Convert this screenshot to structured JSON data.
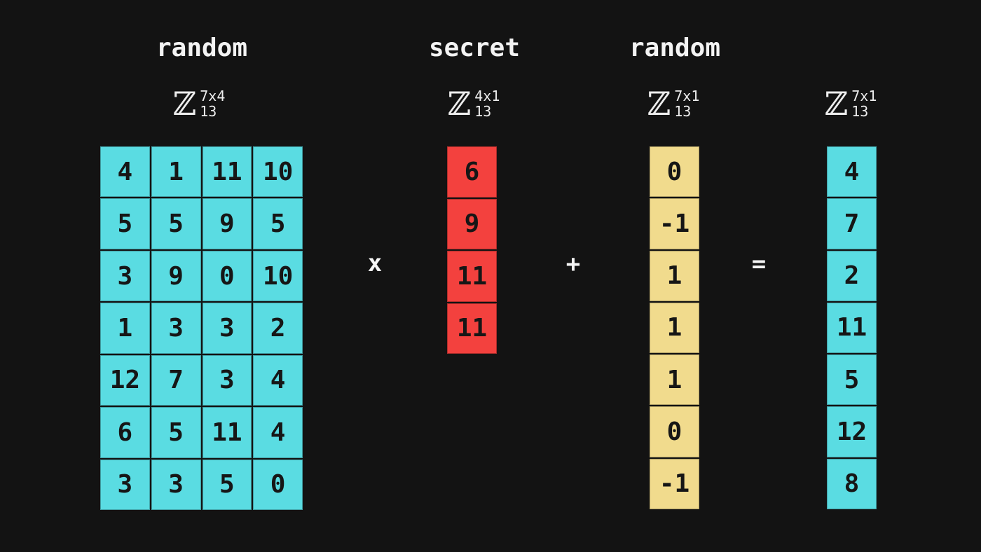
{
  "colors": {
    "background": "#131313",
    "matrix_cyan": "#5adce2",
    "secret_red": "#f3413e",
    "noise_yellow": "#f1db8d",
    "cell_text": "#161616",
    "label_text": "#f3f3f3"
  },
  "columns": {
    "matrix_a": {
      "title": "random",
      "z": {
        "set": "ℤ",
        "dims": "7x4",
        "mod": "13"
      },
      "rows": [
        [
          4,
          1,
          11,
          10
        ],
        [
          5,
          5,
          9,
          5
        ],
        [
          3,
          9,
          0,
          10
        ],
        [
          1,
          3,
          3,
          2
        ],
        [
          12,
          7,
          3,
          4
        ],
        [
          6,
          5,
          11,
          4
        ],
        [
          3,
          3,
          5,
          0
        ]
      ]
    },
    "secret": {
      "title": "secret",
      "z": {
        "set": "ℤ",
        "dims": "4x1",
        "mod": "13"
      },
      "values": [
        6,
        9,
        11,
        11
      ]
    },
    "noise": {
      "title": "random",
      "z": {
        "set": "ℤ",
        "dims": "7x1",
        "mod": "13"
      },
      "values": [
        0,
        -1,
        1,
        1,
        1,
        0,
        -1
      ]
    },
    "result": {
      "z": {
        "set": "ℤ",
        "dims": "7x1",
        "mod": "13"
      },
      "values": [
        4,
        7,
        2,
        11,
        5,
        12,
        8
      ]
    }
  },
  "operators": {
    "multiply": "x",
    "add": "+",
    "equals": "="
  }
}
